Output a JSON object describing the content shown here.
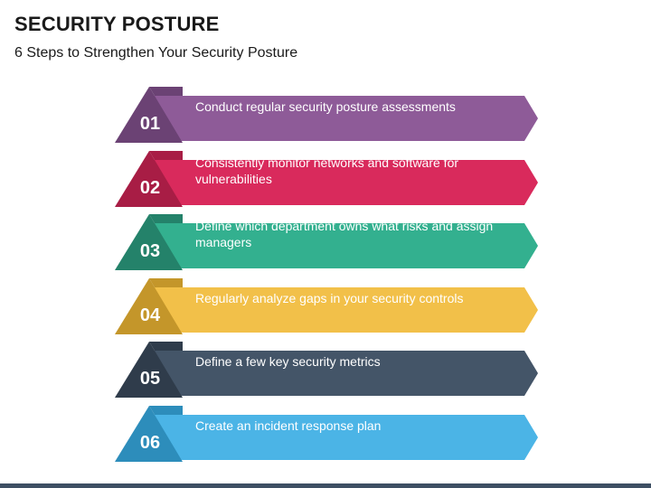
{
  "header": {
    "title": "SECURITY POSTURE",
    "subtitle": "6 Steps to Strengthen Your Security Posture"
  },
  "steps": [
    {
      "number": "01",
      "text": "Conduct regular security posture assessments",
      "color": "#8e5b98",
      "dark": "#6b4274"
    },
    {
      "number": "02",
      "text": "Consistently monitor networks and software for vulnerabilities",
      "color": "#d92a5c",
      "dark": "#a81d45"
    },
    {
      "number": "03",
      "text": "Define which department owns what risks and assign managers",
      "color": "#33b08f",
      "dark": "#24826a"
    },
    {
      "number": "04",
      "text": "Regularly analyze gaps in your security controls",
      "color": "#f2c049",
      "dark": "#c4962a"
    },
    {
      "number": "05",
      "text": "Define a few key security metrics",
      "color": "#445568",
      "dark": "#2f3c4b"
    },
    {
      "number": "06",
      "text": "Create an incident response plan",
      "color": "#4bb4e6",
      "dark": "#2d8dbb"
    }
  ],
  "footer": {
    "bar_color": "#3d4f63"
  }
}
